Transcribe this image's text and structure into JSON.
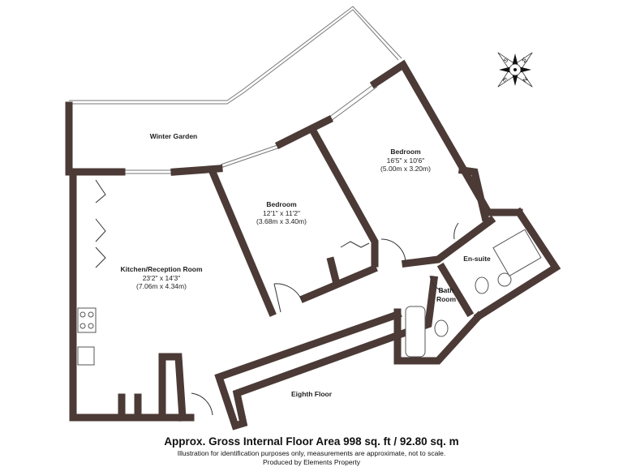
{
  "rooms": {
    "winter_garden": {
      "name": "Winter Garden"
    },
    "bedroom_master": {
      "name": "Bedroom",
      "imperial": "16'5\" x 10'6\"",
      "metric": "(5.00m x 3.20m)"
    },
    "bedroom_second": {
      "name": "Bedroom",
      "imperial": "12'1\" x 11'2\"",
      "metric": "(3.68m x 3.40m)"
    },
    "kitchen_reception": {
      "name": "Kitchen/Reception Room",
      "imperial": "23'2\" x 14'3\"",
      "metric": "(7.06m x 4.34m)"
    },
    "en_suite": {
      "name": "En-suite"
    },
    "bathroom": {
      "name_line1": "Bath",
      "name_line2": "Room"
    },
    "corridor": {
      "name": "Eighth Floor"
    }
  },
  "compass": {
    "icon": "compass-rose-icon",
    "letters": [
      "S",
      "W",
      "E",
      "N"
    ]
  },
  "footer": {
    "area": "Approx. Gross Internal Floor Area 998 sq. ft / 92.80 sq. m",
    "disclaimer": "Illustration for identification purposes only, measurements are approximate, not to scale.",
    "credit": "Produced by Elements Property"
  },
  "colors": {
    "wall": "#4b3a36"
  }
}
